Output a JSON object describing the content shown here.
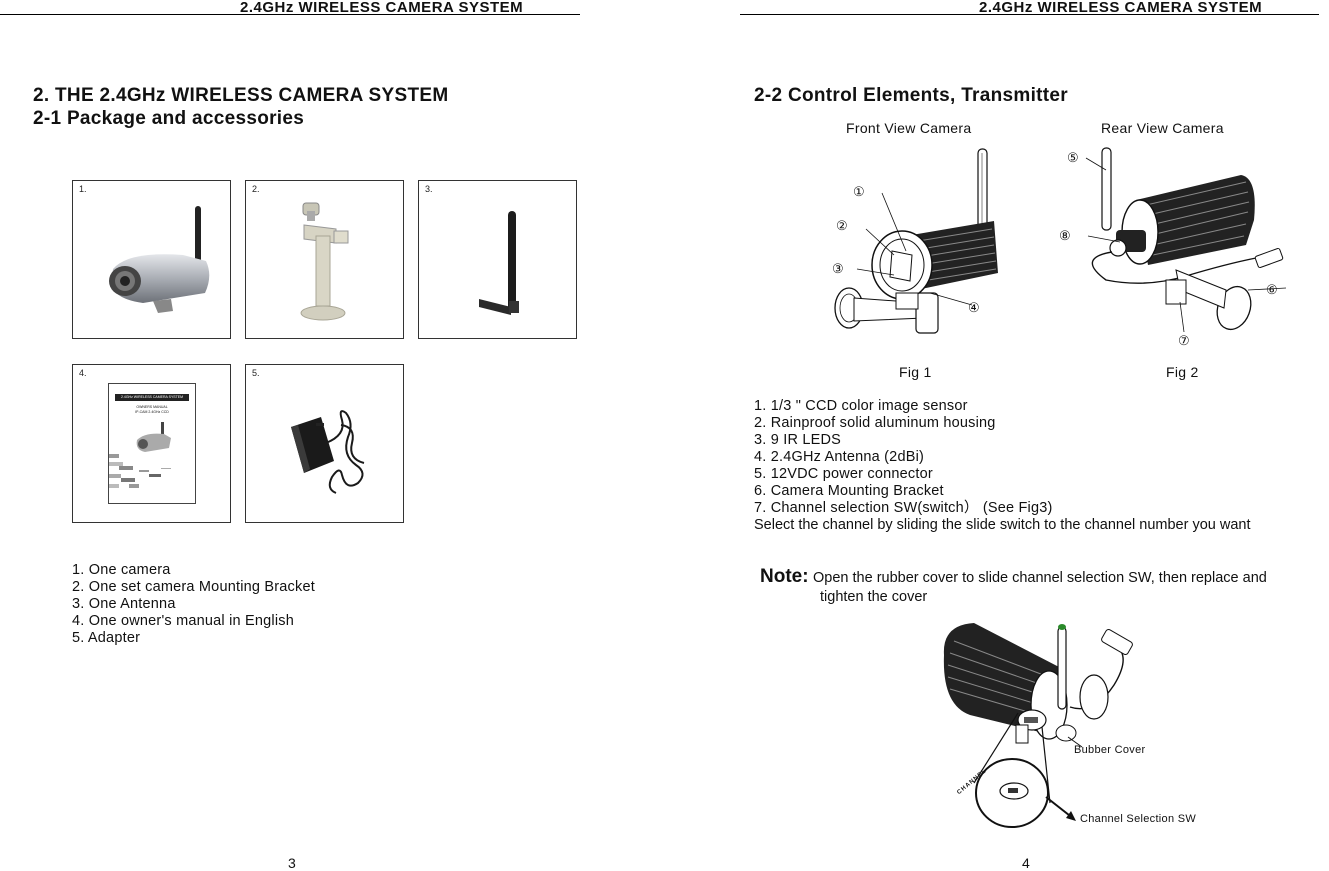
{
  "left": {
    "header": "2.4GHz  WIRELESS  CAMERA  SYSTEM",
    "title": "2. THE 2.4GHz WIRELESS CAMERA SYSTEM",
    "subtitle": "2-1 Package and accessories",
    "boxes": [
      {
        "num": "1.",
        "icon": "camera-icon"
      },
      {
        "num": "2.",
        "icon": "mounting-bracket-icon"
      },
      {
        "num": "3.",
        "icon": "antenna-icon"
      },
      {
        "num": "4.",
        "icon": "manual-icon",
        "manual_title": "2.4GHz WIRELESS CAMERA SYSTEM",
        "manual_sub1": "OWNERS MANUAL",
        "manual_sub2": "IP-CAM 2.4GHz CCD"
      },
      {
        "num": "5.",
        "icon": "power-adapter-icon"
      }
    ],
    "items": [
      "1. One camera",
      "2. One set camera Mounting Bracket",
      "3. One Antenna",
      "4. One owner's manual in English",
      "5.  Adapter"
    ],
    "page_number": "3"
  },
  "right": {
    "header": "2.4GHz  WIRELESS  CAMERA  SYSTEM",
    "title": "2-2 Control Elements, Transmitter",
    "front_view": "Front View Camera",
    "rear_view": "Rear View Camera",
    "fig1": "Fig 1",
    "fig2": "Fig 2",
    "callouts_front": [
      "①",
      "②",
      "③",
      "④"
    ],
    "callouts_rear": [
      "⑤",
      "⑥",
      "⑦",
      "⑧"
    ],
    "items": [
      "1. 1/3 \" CCD color image sensor",
      "2. Rainproof solid aluminum housing",
      "3. 9 IR LEDS",
      "4. 2.4GHz Antenna (2dBi)",
      "5. 12VDC power connector",
      "6. Camera Mounting Bracket",
      "7. Channel selection SW(switch） (See Fig3)",
      "Select the channel by sliding the slide switch to the channel number you want"
    ],
    "note_label": "Note:",
    "note_line1": "Open the rubber cover to slide channel selection SW, then replace and",
    "note_line2": "tighten the cover",
    "bubber_cover": "Bubber Cover",
    "channel_sw": "Channel Selection SW",
    "channel_word": "CHANNEL",
    "page_number": "4"
  }
}
